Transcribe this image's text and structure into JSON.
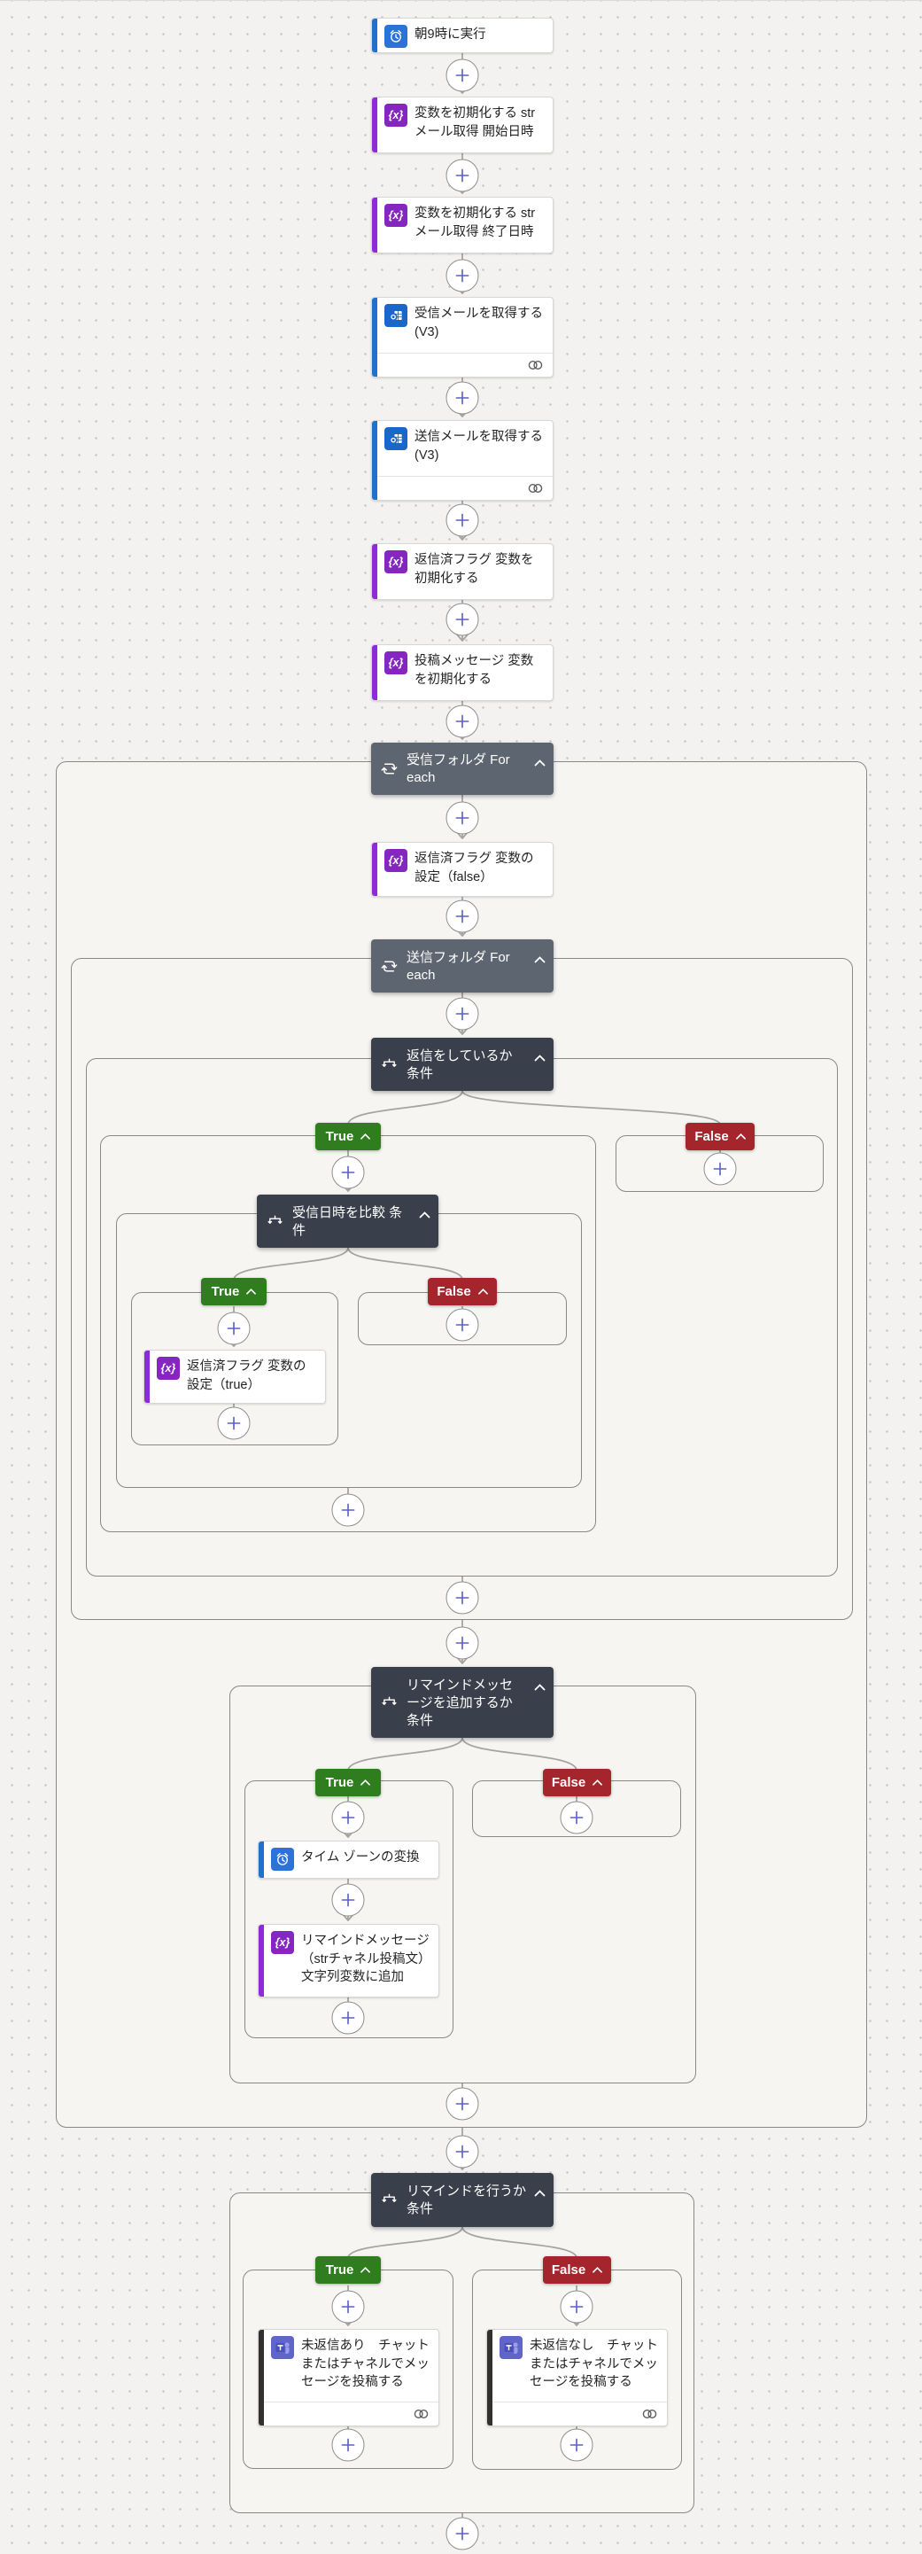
{
  "labels": {
    "true_label": "True",
    "false_label": "False"
  },
  "cards": {
    "trigger": {
      "title": "朝9時に実行",
      "icon": "clock-icon",
      "accent": "#2170c9"
    },
    "init_start": {
      "title": "変数を初期化する str メール取得 開始日時",
      "icon": "variable-x-icon",
      "accent": "#8d2bd9"
    },
    "init_end": {
      "title": "変数を初期化する str メール取得 終了日時",
      "icon": "variable-x-icon",
      "accent": "#8d2bd9"
    },
    "get_inbox": {
      "title": "受信メールを取得する (V3)",
      "icon": "outlook-icon",
      "accent": "#2170c9",
      "footer_icon": "connection-icon"
    },
    "get_sent": {
      "title": "送信メールを取得する (V3)",
      "icon": "outlook-icon",
      "accent": "#2170c9",
      "footer_icon": "connection-icon"
    },
    "init_replied": {
      "title": "返信済フラグ 変数を初期化する",
      "icon": "variable-x-icon",
      "accent": "#8d2bd9"
    },
    "init_post": {
      "title": "投稿メッセージ 変数を初期化する",
      "icon": "variable-x-icon",
      "accent": "#8d2bd9"
    },
    "set_false": {
      "title": "返信済フラグ 変数の設定（false）",
      "icon": "variable-x-icon",
      "accent": "#8d2bd9"
    },
    "set_true": {
      "title": "返信済フラグ 変数の設定（true）",
      "icon": "variable-x-icon",
      "accent": "#8d2bd9"
    },
    "timezone": {
      "title": "タイム ゾーンの変換",
      "icon": "clock-icon",
      "accent": "#2170c9"
    },
    "append_msg": {
      "title": "リマインドメッセージ（strチャネル投稿文）文字列変数に追加",
      "icon": "variable-x-icon",
      "accent": "#8d2bd9"
    },
    "teams_unreplied": {
      "title": "未返信あり　チャットまたはチャネルでメッセージを投稿する",
      "icon": "teams-icon",
      "accent": "#323130",
      "footer_icon": "connection-icon"
    },
    "teams_replied": {
      "title": "未返信なし　チャットまたはチャネルでメッセージを投稿する",
      "icon": "teams-icon",
      "accent": "#323130",
      "footer_icon": "connection-icon"
    }
  },
  "headers": {
    "foreach_inbox": {
      "title": "受信フォルダ For each",
      "icon": "loop-icon"
    },
    "foreach_sent": {
      "title": "送信フォルダ For each",
      "icon": "loop-icon"
    },
    "cond_replied": {
      "title": "返信をしているか 条件",
      "icon": "condition-icon"
    },
    "cond_date": {
      "title": "受信日時を比較 条件",
      "icon": "condition-icon"
    },
    "cond_add_reminder": {
      "title": "リマインドメッセージを追加するか 条件",
      "icon": "condition-icon"
    },
    "cond_remind": {
      "title": "リマインドを行うか 条件",
      "icon": "condition-icon"
    }
  },
  "colors": {
    "blue_accent": "#2170c9",
    "purple_accent": "#8d2bd9",
    "teams_accent": "#323130",
    "foreach_header": "#5d6670",
    "condition_header": "#39404b",
    "true_badge": "#2f7d1e",
    "false_badge": "#a4262c",
    "plus": "#5b5fc7",
    "line": "#a6a4a2",
    "container_border": "#8a8886"
  }
}
